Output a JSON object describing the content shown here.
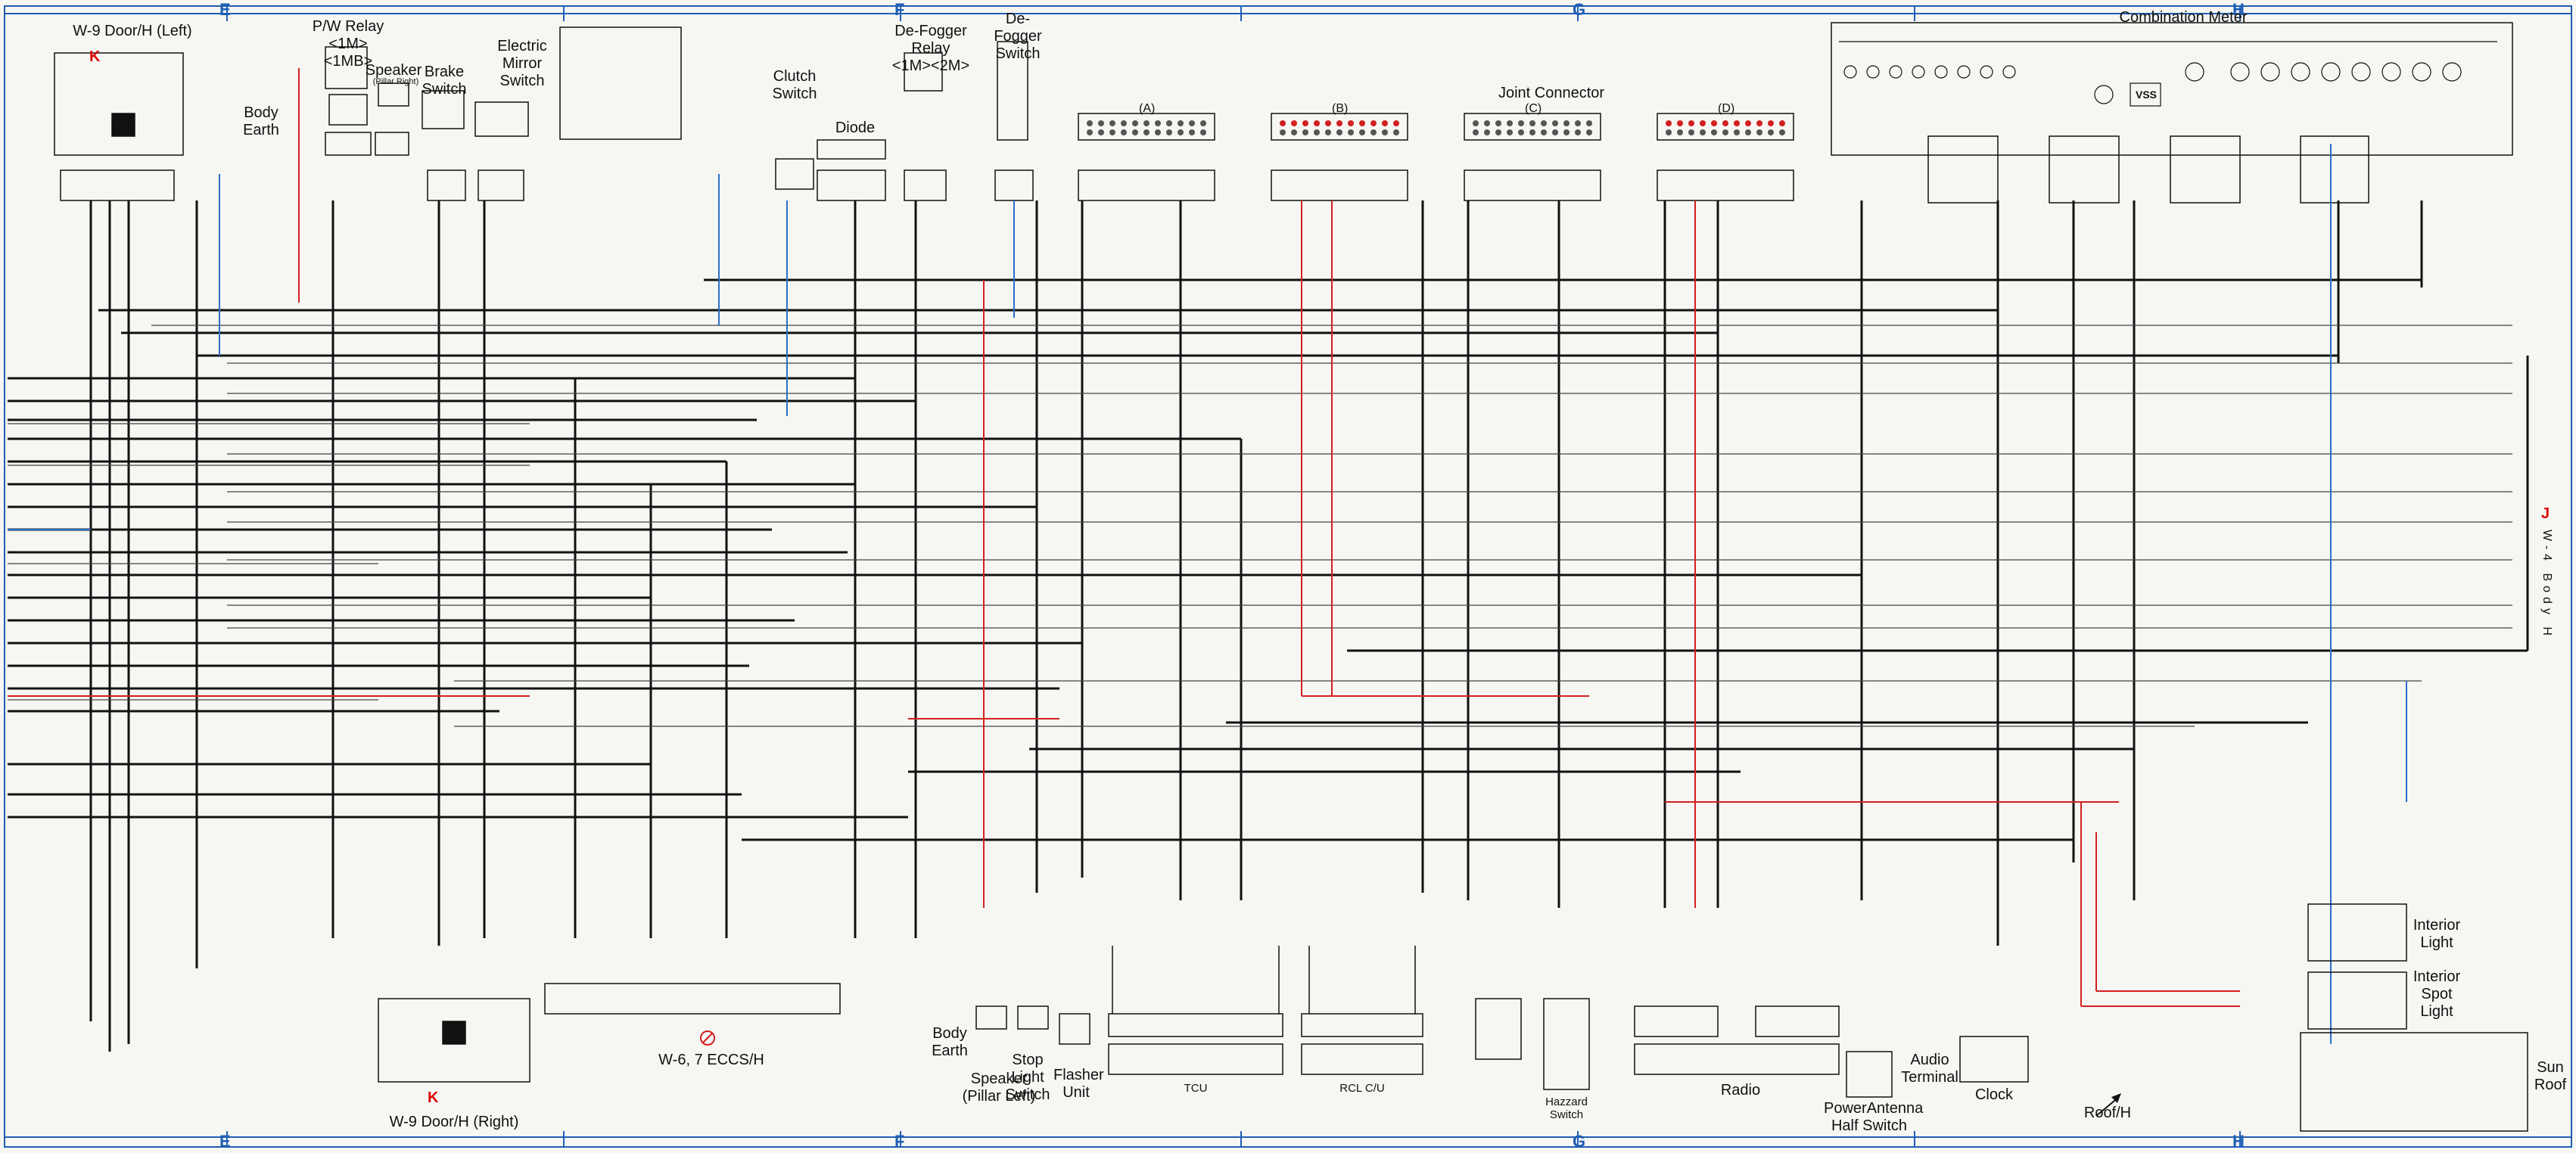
{
  "grid_letters": {
    "top": [
      "E",
      "F",
      "G",
      "H"
    ],
    "bottom": [
      "E",
      "F",
      "G",
      "H"
    ]
  },
  "side_tag": {
    "letter": "J",
    "text": "W-4 Body H"
  },
  "components": {
    "door_h_left": "W-9  Door/H (Left)",
    "door_h_left_k": "K",
    "body_earth_top": "Body\nEarth",
    "pw_relay": "P/W Relay\n<1M> <1MB>",
    "speaker_pillar_right": "Speaker",
    "speaker_pillar_right_sub": "(Pillar Right)",
    "brake_switch": "Brake\nSwitch",
    "electric_mirror_switch": "Electric\nMirror\nSwitch",
    "clutch_switch": "Clutch\nSwitch",
    "diode": "Diode",
    "defogger_relay": "De-Fogger Relay\n<1M><2M>",
    "defogger_switch": "De-Fogger\nSwitch",
    "joint_connector": "Joint Connector",
    "jc_a": "(A)",
    "jc_b": "(B)",
    "jc_c": "(C)",
    "jc_d": "(D)",
    "combination_meter": "Combination Meter",
    "vss": "VSS",
    "door_h_right": "W-9  Door/H (Right)",
    "door_h_right_k": "K",
    "eccs_h": "W-6, 7  ECCS/H",
    "speaker_pillar_left": "Speaker\n(Pillar Left)",
    "body_earth_bottom": "Body\nEarth",
    "stop_light_switch": "Stop\nLight\nSwitch",
    "flasher_unit": "Flasher\nUnit",
    "tcu": "TCU",
    "rcl_cu": "RCL C/U",
    "hazard_switch": "Hazzard\nSwitch",
    "radio": "Radio",
    "power_antenna": "PowerAntenna\nHalf Switch",
    "audio_terminal": "Audio\nTerminal",
    "clock": "Clock",
    "roof_h": "Roof/H",
    "interior_light": "Interior\nLight",
    "interior_spot_light": "Interior\nSpot\nLight",
    "sun_roof": "Sun\nRoof"
  },
  "colors": {
    "wire_black": "#111111",
    "wire_red": "#d22020",
    "wire_blue": "#2a6fc9",
    "grid_blue": "#1f5fb4"
  }
}
